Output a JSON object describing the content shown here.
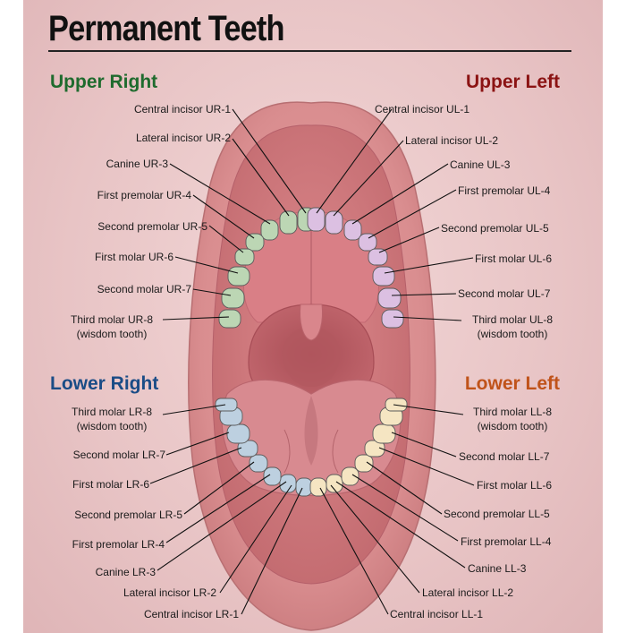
{
  "title": "Permanent Teeth",
  "quadrants": {
    "upper_right": {
      "label": "Upper Right",
      "color": "#1f6b2e"
    },
    "upper_left": {
      "label": "Upper Left",
      "color": "#8b1313"
    },
    "lower_right": {
      "label": "Lower Right",
      "color": "#1a4c86"
    },
    "lower_left": {
      "label": "Lower Left",
      "color": "#c0531a"
    }
  },
  "tooth_colors": {
    "upper_right": "#bcd6b4",
    "upper_left": "#dcc0e2",
    "lower_right": "#bdd0e0",
    "lower_left": "#f5e5c2"
  },
  "labels": {
    "ur1": "Central incisor UR-1",
    "ur2": "Lateral incisor UR-2",
    "ur3": "Canine UR-3",
    "ur4": "First premolar UR-4",
    "ur5": "Second premolar UR-5",
    "ur6": "First molar UR-6",
    "ur7": "Second molar UR-7",
    "ur8a": "Third molar UR-8",
    "ur8b": "(wisdom tooth)",
    "ul1": "Central incisor UL-1",
    "ul2": "Lateral incisor UL-2",
    "ul3": "Canine UL-3",
    "ul4": "First premolar UL-4",
    "ul5": "Second premolar UL-5",
    "ul6": "First molar UL-6",
    "ul7": "Second molar UL-7",
    "ul8a": "Third molar UL-8",
    "ul8b": "(wisdom tooth)",
    "lr8a": "Third molar LR-8",
    "lr8b": "(wisdom tooth)",
    "lr7": "Second molar LR-7",
    "lr6": "First molar LR-6",
    "lr5": "Second premolar LR-5",
    "lr4": "First premolar LR-4",
    "lr3": "Canine LR-3",
    "lr2": "Lateral incisor LR-2",
    "lr1": "Central incisor LR-1",
    "ll8a": "Third molar LL-8",
    "ll8b": "(wisdom tooth)",
    "ll7": "Second molar LL-7",
    "ll6": "First molar LL-6",
    "ll5": "Second premolar LL-5",
    "ll4": "First premolar LL-4",
    "ll3": "Canine LL-3",
    "ll2": "Lateral incisor LL-2",
    "ll1": "Central incisor LL-1"
  }
}
